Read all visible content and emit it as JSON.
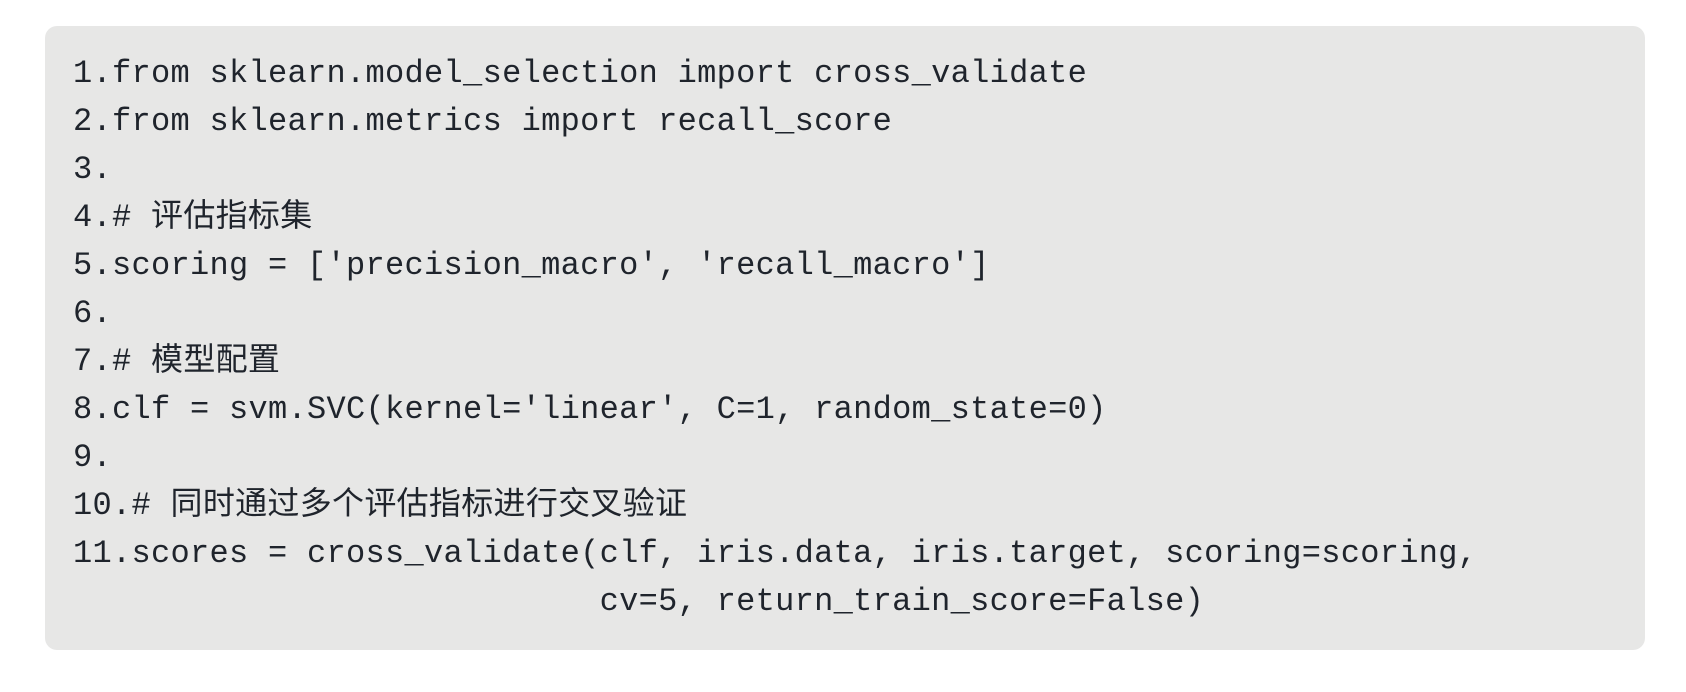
{
  "code_block": {
    "language": "python",
    "bg_color": "#e7e7e6",
    "text_color": "#1f242c",
    "lines": [
      {
        "text": "1.from sklearn.model_selection import cross_validate"
      },
      {
        "text": "2.from sklearn.metrics import recall_score"
      },
      {
        "text": "3."
      },
      {
        "text": "4.# 评估指标集"
      },
      {
        "text": "5.scoring = ['precision_macro', 'recall_macro']"
      },
      {
        "text": "6."
      },
      {
        "text": "7.# 模型配置"
      },
      {
        "text": "8.clf = svm.SVC(kernel='linear', C=1, random_state=0)"
      },
      {
        "text": "9."
      },
      {
        "text": "10.# 同时通过多个评估指标进行交叉验证"
      },
      {
        "text": "11.scores = cross_validate(clf, iris.data, iris.target, scoring=scoring,"
      },
      {
        "text": "                           cv=5, return_train_score=False)"
      }
    ]
  }
}
